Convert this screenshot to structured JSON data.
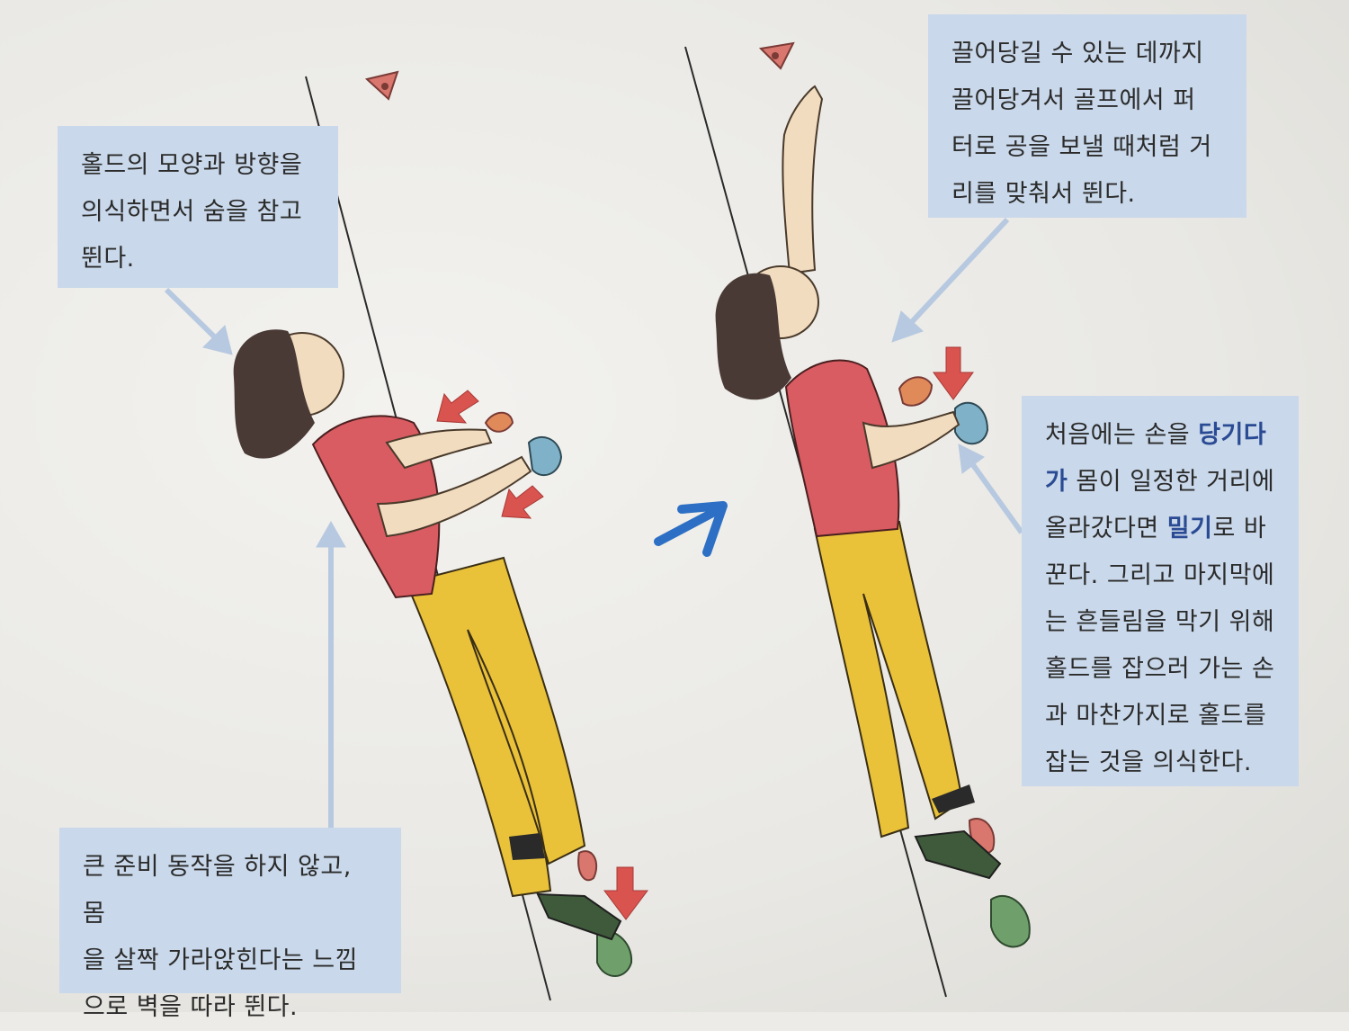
{
  "callouts": {
    "hold_shape": "홀드의 모양과 방향을\n의식하면서 숨을 참고\n뛴다.",
    "no_prep": "큰 준비 동작을 하지 않고, 몸\n을 살짝 가라앉힌다는 느낌\n으로 벽을 따라 뛴다.",
    "pull_far": "끌어당길 수 있는 데까지\n끌어당겨서 골프에서 퍼\n터로 공을 보낼 때처럼 거\n리를 맞춰서 뛴다.",
    "pull_push": {
      "part1": "처음에는 손을 ",
      "highlight1": "당기다\n가",
      "part2": " 몸이 일정한 거리에\n올라갔다면 ",
      "highlight2": "밀기",
      "part3": "로 바\n꾼다. 그리고 마지막에\n는 흔들림을 막기 위해\n홀드를 잡으러 가는 손\n과 마찬가지로 홀드를\n잡는 것을 의식한다."
    }
  },
  "colors": {
    "callout_bg": "#c9d8ea",
    "highlight_text": "#2a4b94",
    "arrow_callout": "#b7c9e0",
    "arrow_red": "#d9534f",
    "arrow_blue": "#2d6fc4",
    "shirt": "#d95c62",
    "pants": "#e9c23a",
    "hair": "#4a3a35",
    "skin": "#f1dcc0",
    "hold_pink": "#d9766e",
    "hold_blue": "#7fb2c8",
    "hold_green": "#6fa06b",
    "hold_orange": "#e08a5a"
  },
  "icons": [
    "red-down-arrow-icon",
    "blue-next-arrow-icon",
    "hold-icon"
  ]
}
